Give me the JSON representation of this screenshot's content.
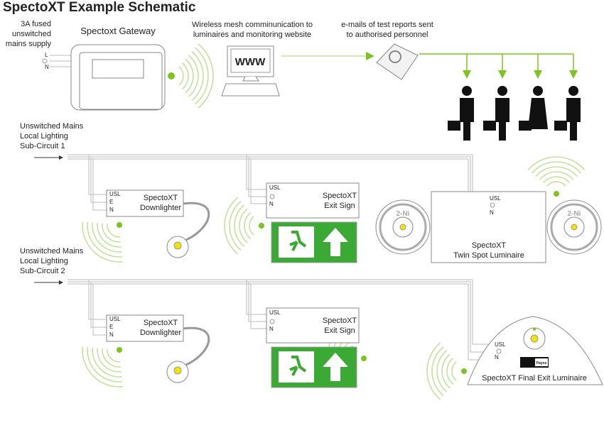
{
  "title": "SpectoXT Example Schematic",
  "supply": {
    "lines": [
      "3A fused",
      "unswitched",
      "mains supply"
    ],
    "terminals": [
      "L",
      "N"
    ]
  },
  "gateway": {
    "label": "Spectoxt Gateway"
  },
  "website": {
    "lines": [
      "Wireless mesh comminunication to",
      "luminaires and monitoring website"
    ],
    "screen_text": "WWW"
  },
  "email": {
    "lines": [
      "e-mails of test reports sent",
      "to authorised personnel"
    ]
  },
  "circuits": [
    {
      "lines": [
        "Unswitched Mains",
        "Local Lighting",
        "Sub-Circuit 1"
      ]
    },
    {
      "lines": [
        "Unswitched Mains",
        "Local Lighting",
        "Sub-Circuit 2"
      ]
    }
  ],
  "terminals": {
    "usl": "USL",
    "e": "E",
    "n": "N"
  },
  "downlighter": {
    "lines": [
      "SpectoXT",
      "Downlighter"
    ]
  },
  "exit_sign": {
    "lines": [
      "SpectoXT",
      "Exit Sign"
    ]
  },
  "twin_spot": {
    "lines": [
      "SpectoXT",
      "Twin Spot Luminaire"
    ],
    "lamp_label": "2-Ni"
  },
  "final_exit": {
    "label": "SpectoXT Final Exit Luminaire",
    "logo_text": "Payne"
  },
  "colors": {
    "accent_green": "#7cc520",
    "sign_green": "#3aaa35",
    "lamp_yellow": "#f2e400",
    "wave": "#c6dfa0"
  }
}
